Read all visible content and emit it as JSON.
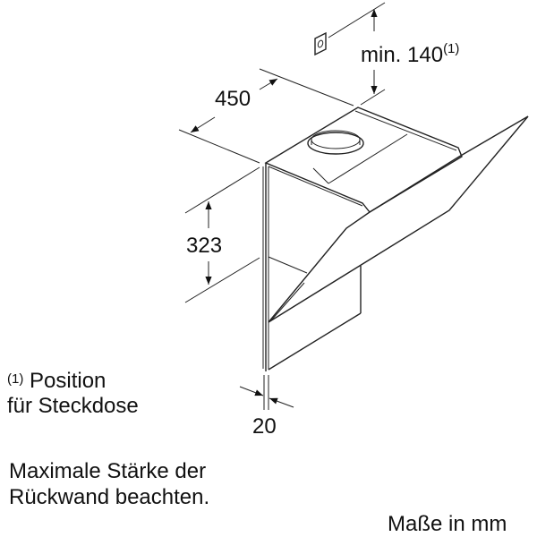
{
  "dimensions": {
    "width_label": "450",
    "height_label": "323",
    "socket_label": "min. 140",
    "socket_note_ref": "(1)",
    "panel_thickness_label": "20"
  },
  "footnote": {
    "ref": "(1)",
    "line1": "Position",
    "line2": "für Steckdose"
  },
  "notice": {
    "line1": "Maximale Stärke der",
    "line2": "Rückwand beachten."
  },
  "units_label": "Maße in mm"
}
